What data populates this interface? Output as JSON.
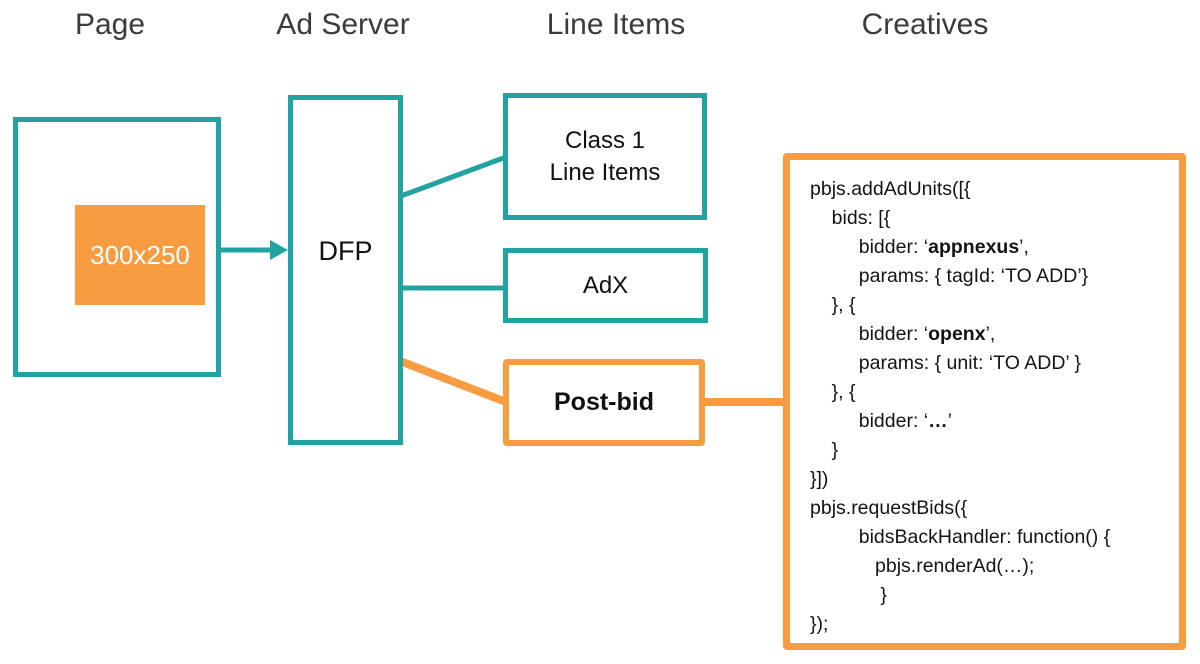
{
  "headers": [
    {
      "label": "Page"
    },
    {
      "label": "Ad Server"
    },
    {
      "label": "Line Items"
    },
    {
      "label": "Creatives"
    }
  ],
  "page": {
    "ad_slot_label": "300x250"
  },
  "ad_server": {
    "label": "DFP"
  },
  "line_items": {
    "class1": {
      "line1": "Class 1",
      "line2": "Line Items"
    },
    "adx_label": "AdX",
    "postbid_label": "Post-bid"
  },
  "creatives": {
    "code_lines": [
      [
        {
          "t": "pbjs.addAdUnits([{",
          "b": false
        }
      ],
      [
        {
          "t": "    bids: [{",
          "b": false
        }
      ],
      [
        {
          "t": "         bidder: ‘",
          "b": false
        },
        {
          "t": "appnexus",
          "b": true
        },
        {
          "t": "’,",
          "b": false
        }
      ],
      [
        {
          "t": "         params: { tagId: ‘TO ADD’}",
          "b": false
        }
      ],
      [
        {
          "t": "    }, {",
          "b": false
        }
      ],
      [
        {
          "t": "         bidder: ‘",
          "b": false
        },
        {
          "t": "openx",
          "b": true
        },
        {
          "t": "’,",
          "b": false
        }
      ],
      [
        {
          "t": "         params: { unit: ‘TO ADD’ }",
          "b": false
        }
      ],
      [
        {
          "t": "    }, {",
          "b": false
        }
      ],
      [
        {
          "t": "         bidder: ‘",
          "b": false
        },
        {
          "t": "…",
          "b": true
        },
        {
          "t": "’",
          "b": false
        }
      ],
      [
        {
          "t": "    }",
          "b": false
        }
      ],
      [
        {
          "t": "}])",
          "b": false
        }
      ],
      [
        {
          "t": "pbjs.requestBids({",
          "b": false
        }
      ],
      [
        {
          "t": "         bidsBackHandler: function() {",
          "b": false
        }
      ],
      [
        {
          "t": "            pbjs.renderAd(…);",
          "b": false
        }
      ],
      [
        {
          "t": "             }",
          "b": false
        }
      ],
      [
        {
          "t": "});",
          "b": false
        }
      ]
    ]
  },
  "colors": {
    "teal": "#23a2a2",
    "orange": "#f89c42",
    "heading": "#3b3b3b"
  }
}
